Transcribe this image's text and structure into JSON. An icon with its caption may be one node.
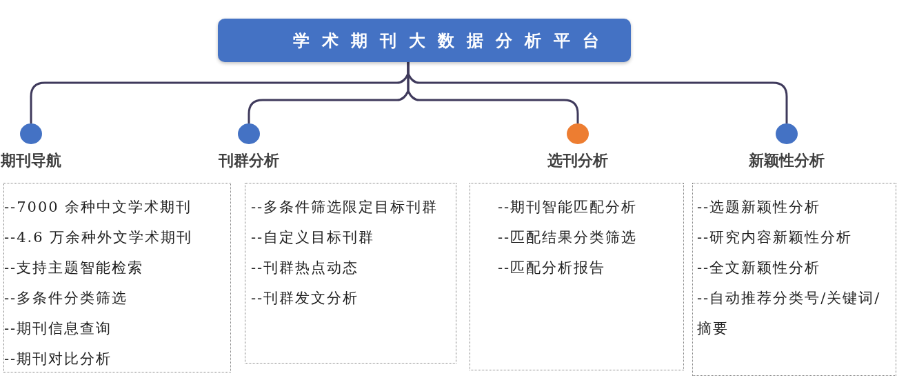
{
  "diagram": {
    "nodes": [
      {
        "text": [
          "学术期刊大数据分析平台"
        ]
      },
      {
        "text": [
          "期刊导航"
        ]
      },
      {
        "text": [
          "刊群分析"
        ]
      },
      {
        "text": [
          "选刊分析"
        ]
      },
      {
        "text": [
          "新颖性分析"
        ]
      },
      {
        "text": [
          "--7000 余种中文学术期刊",
          "--4.6 万余种外文学术期刊",
          "--支持主题智能检索",
          "--多条件分类筛选",
          "--期刊信息查询",
          "--期刊对比分析"
        ]
      },
      {
        "text": [
          "--多条件筛选限定目标刊群",
          "--自定义目标刊群",
          "--刊群热点动态",
          "--刊群发文分析"
        ]
      },
      {
        "text": [
          "--期刊智能匹配分析",
          "--匹配结果分类筛选",
          "--匹配分析报告"
        ]
      },
      {
        "text": [
          "--选题新颖性分析",
          "--研究内容新颖性分析",
          "--全文新颖性分析",
          "--自动推荐分类号/关键词/摘要"
        ]
      }
    ],
    "edges": [
      {
        "from": 0,
        "to": 1,
        "arrow": "none"
      },
      {
        "from": 0,
        "to": 2,
        "arrow": "none"
      },
      {
        "from": 0,
        "to": 3,
        "arrow": "none"
      },
      {
        "from": 0,
        "to": 4,
        "arrow": "none"
      }
    ]
  }
}
